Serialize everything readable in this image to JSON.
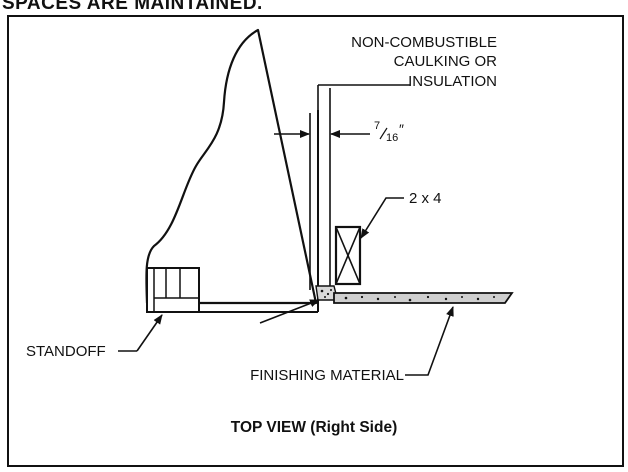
{
  "heading": "SPACES ARE MAINTAINED.",
  "labels": {
    "caulking_line1": "NON-COMBUSTIBLE",
    "caulking_line2": "CAULKING OR",
    "caulking_line3": "INSULATION",
    "gap_num": "7",
    "gap_den": "16",
    "gap_unit": "″",
    "stud": "2 x 4",
    "standoff": "STANDOFF",
    "finishing": "FINISHING MATERIAL",
    "caption": "TOP VIEW (Right Side)"
  }
}
